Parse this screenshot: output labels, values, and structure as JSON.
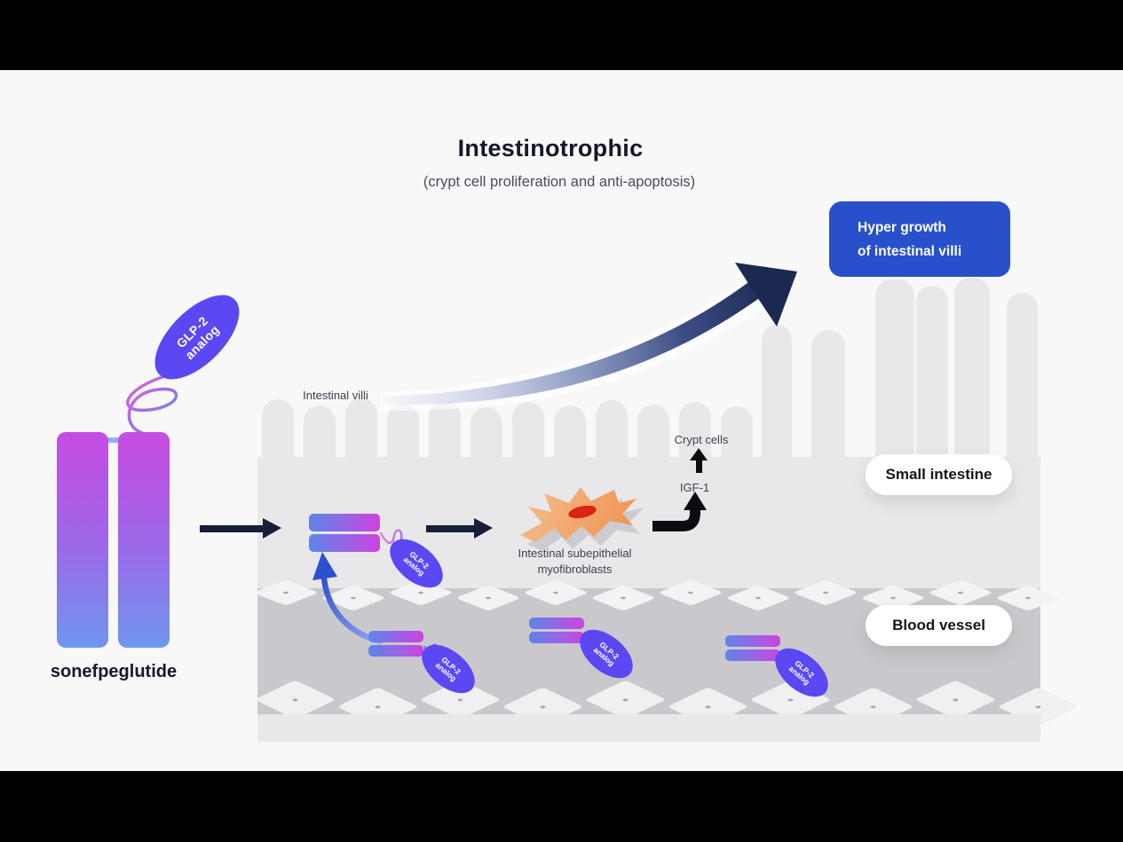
{
  "title": "Intestinotrophic",
  "subtitle": "(crypt cell proliferation and anti-apoptosis)",
  "outcome_box": {
    "line1": "Hyper growth",
    "line2": "of intestinal villi"
  },
  "drug": {
    "name": "sonefpeglutide",
    "tag_line1": "GLP-2",
    "tag_line2": "analog"
  },
  "labels": {
    "intestinal_villi": "Intestinal villi",
    "crypt_cells": "Crypt cells",
    "igf_1": "IGF-1",
    "myofibroblasts_line1": "Intestinal subepithelial",
    "myofibroblasts_line2": "myofibroblasts",
    "small_intestine": "Small intestine",
    "blood_vessel": "Blood vessel"
  },
  "colors": {
    "background": "#f8f8f8",
    "letterbox": "#000000",
    "outcome_box_bg": "#2850cb",
    "glp2_tag_bg": "#5a49f2",
    "molecule_gradient_top": "#c84be2",
    "molecule_gradient_bottom": "#6f96ee",
    "receptor_gradient_left": "#5d85ea",
    "receptor_gradient_right": "#cf42dd",
    "arrow_navy": "#161e38",
    "arrow_black": "#0c0c11",
    "arrow_blue": "#2d50cf",
    "swoosh_dark": "#1b2950",
    "myofibroblast_orange": "#ef9350",
    "nucleus_red": "#da2414",
    "villi_gray": "#e8e8ea",
    "vessel_gray": "#c9c9cd"
  }
}
